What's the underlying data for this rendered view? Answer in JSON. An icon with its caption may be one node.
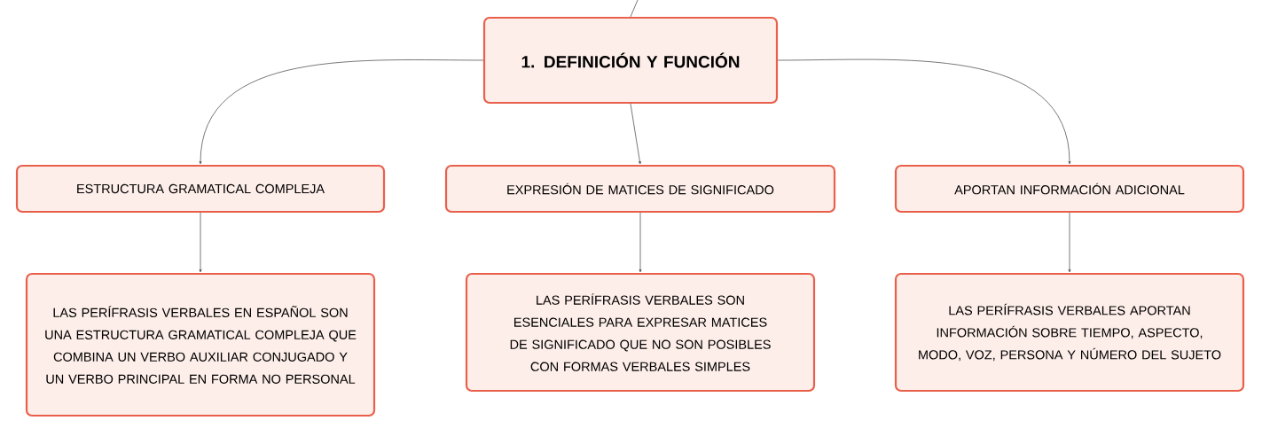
{
  "diagram": {
    "nodes": [
      {
        "text": [
          "1. DEFINICIÓN Y FUNCIÓN"
        ]
      },
      {
        "text": [
          "ESTRUCTURA GRAMATICAL COMPLEJA"
        ]
      },
      {
        "text": [
          "EXPRESIÓN DE MATICES DE SIGNIFICADO"
        ]
      },
      {
        "text": [
          "APORTAN INFORMACIÓN ADICIONAL"
        ]
      },
      {
        "text": [
          "LAS PERÍFRASIS VERBALES EN ESPAÑOL SON UNA ESTRUCTURA GRAMATICAL COMPLEJA QUE COMBINA UN VERBO AUXILIAR CONJUGADO Y UN VERBO PRINCIPAL EN FORMA NO PERSONAL"
        ]
      },
      {
        "text": [
          "LAS PERÍFRASIS VERBALES SON ESENCIALES PARA EXPRESAR MATICES DE SIGNIFICADO QUE NO SON POSIBLES CON FORMAS VERBALES SIMPLES"
        ]
      },
      {
        "text": [
          "LAS PERÍFRASIS VERBALES APORTAN INFORMACIÓN SOBRE TIEMPO, ASPECTO, MODO, VOZ, PERSONA Y NÚMERO DEL SUJETO"
        ]
      }
    ],
    "edges": [
      {
        "from": null,
        "to": 0,
        "arrow": "none"
      },
      {
        "from": 0,
        "to": 1,
        "arrow": "to"
      },
      {
        "from": 0,
        "to": 2,
        "arrow": "to"
      },
      {
        "from": 0,
        "to": 3,
        "arrow": "to"
      },
      {
        "from": 1,
        "to": 4,
        "arrow": "to"
      },
      {
        "from": 2,
        "to": 5,
        "arrow": "to"
      },
      {
        "from": 3,
        "to": 6,
        "arrow": "to"
      }
    ]
  }
}
